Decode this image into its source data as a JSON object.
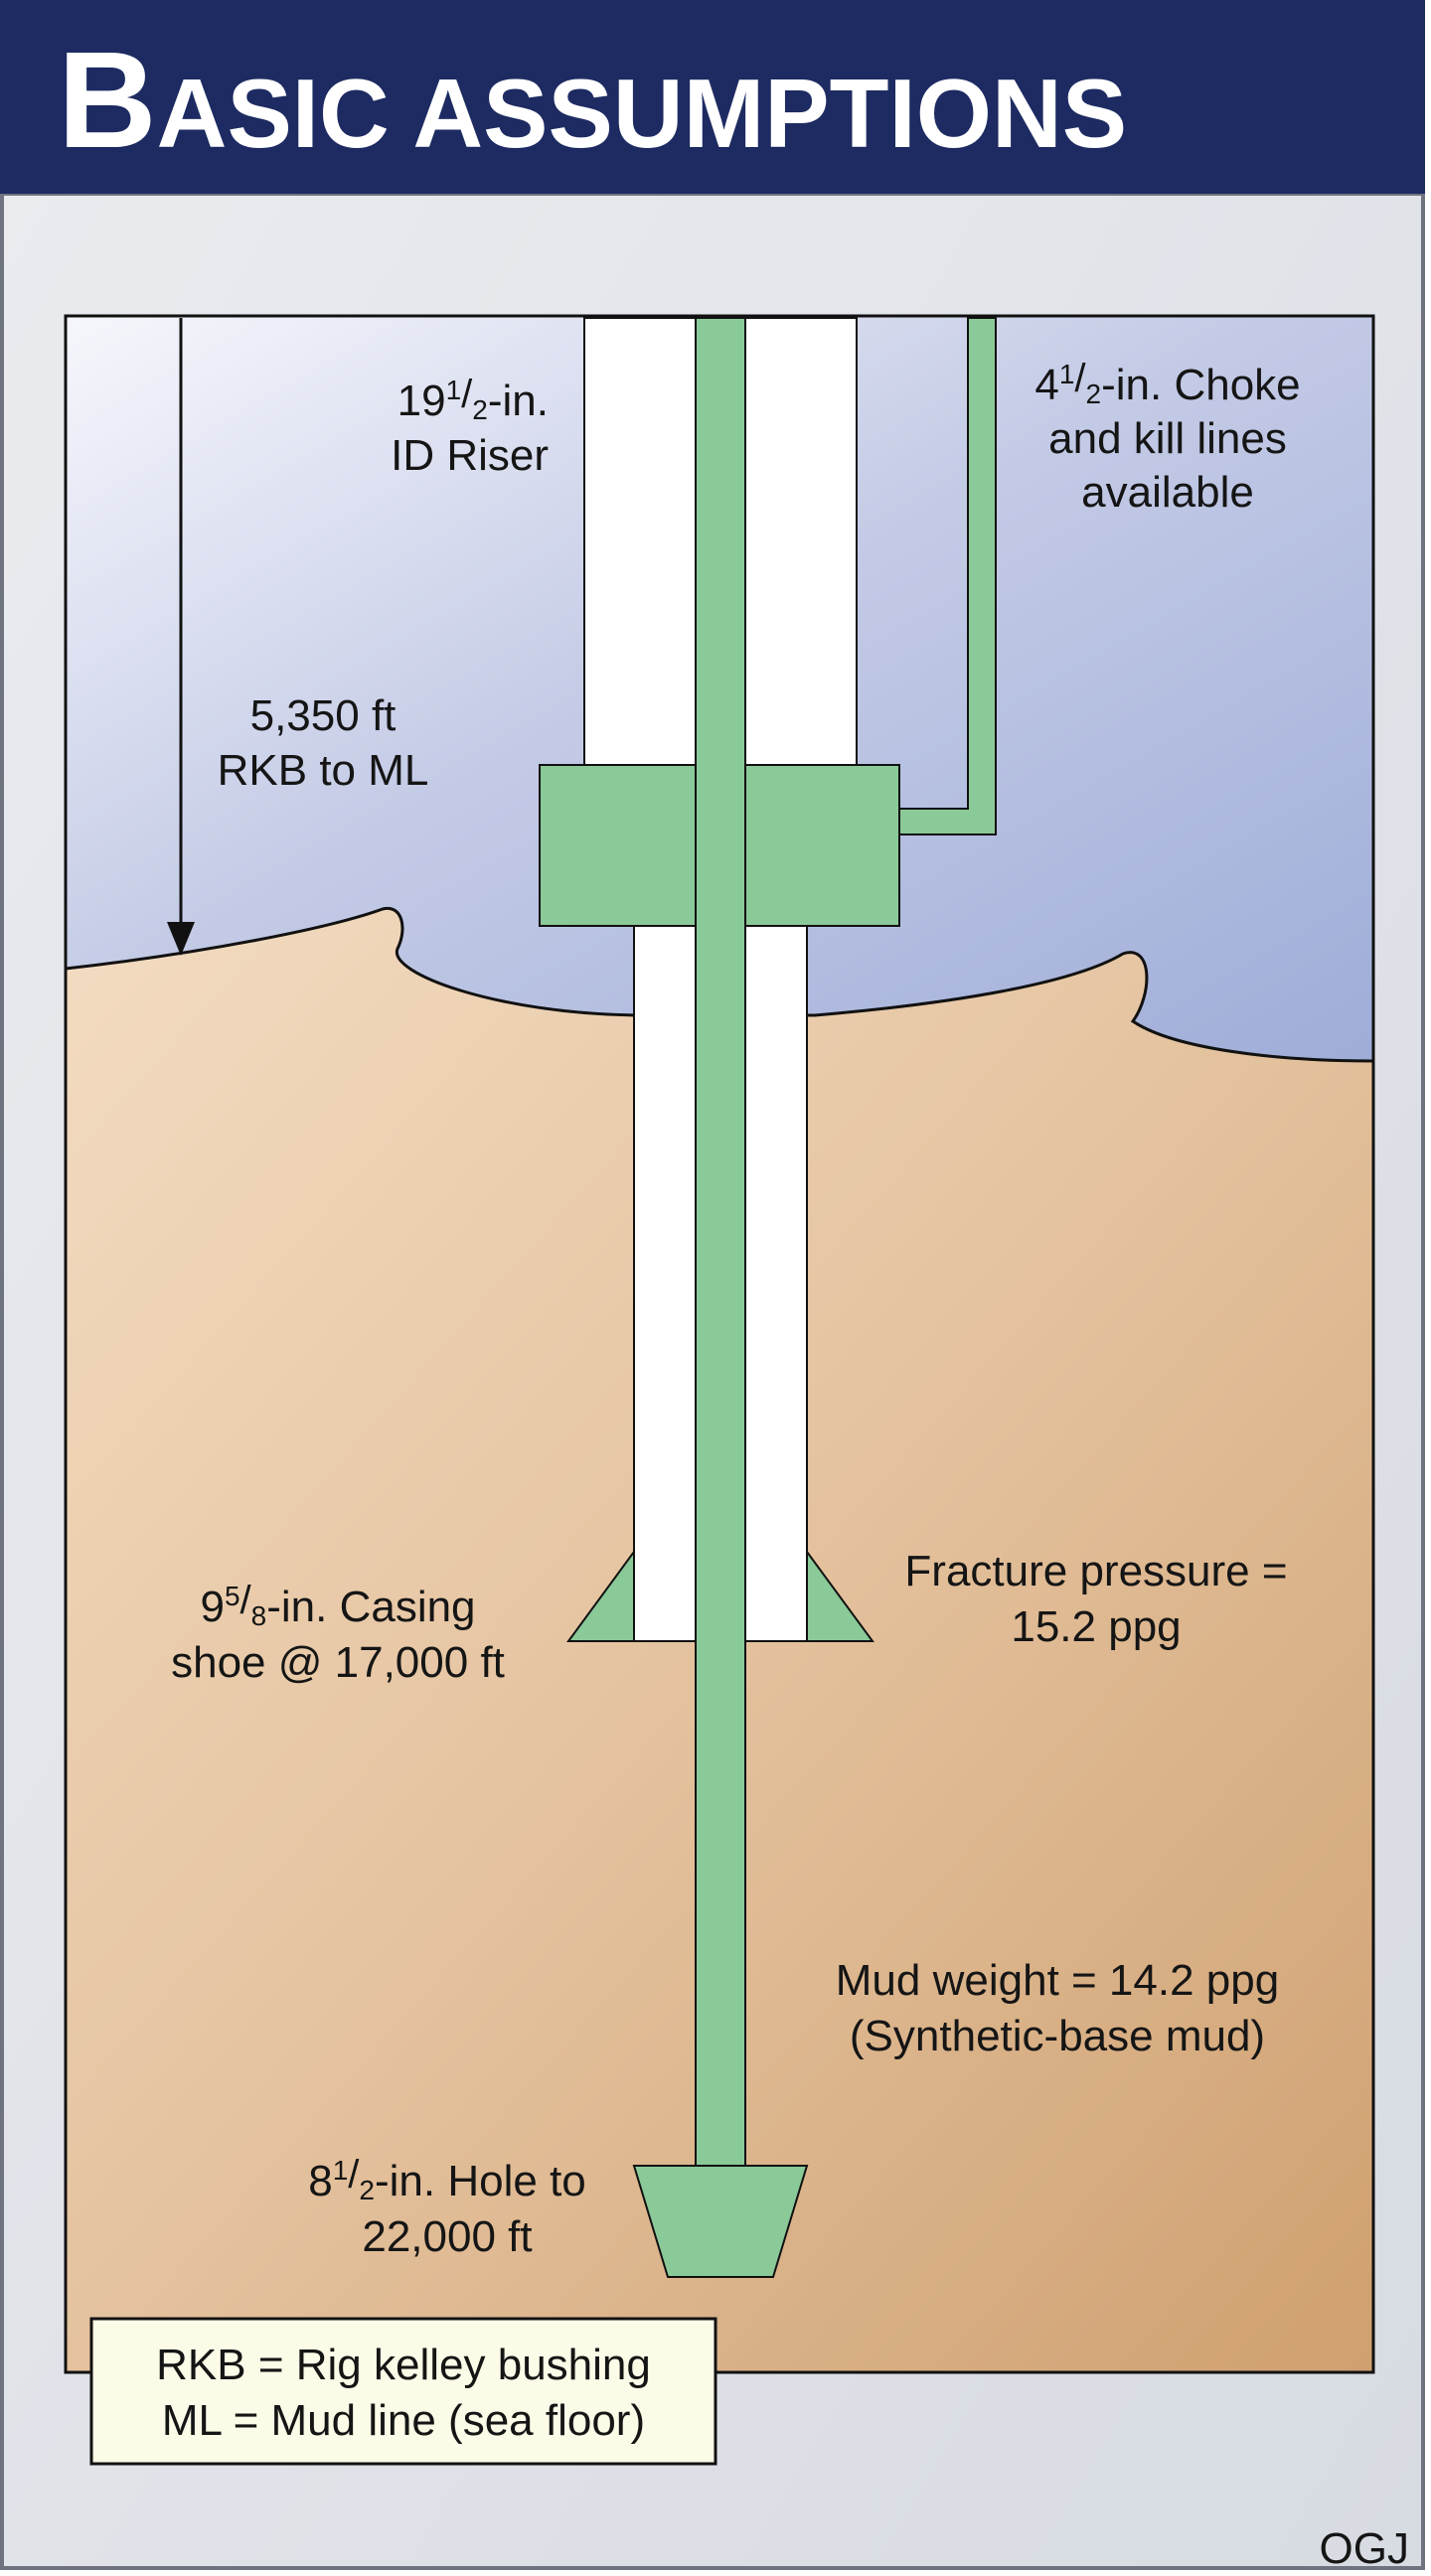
{
  "header": {
    "title_initial": "B",
    "title_rest": "ASIC ASSUMPTIONS"
  },
  "labels": {
    "riser": {
      "line1": {
        "whole": "19",
        "num": "1",
        "den": "2",
        "rest": "-in."
      },
      "line2": "ID Riser"
    },
    "choke": {
      "line1": {
        "whole": "4",
        "num": "1",
        "den": "2",
        "rest": "-in. Choke"
      },
      "line2": "and kill lines",
      "line3": "available"
    },
    "depth": {
      "line1": "5,350 ft",
      "line2": "RKB to ML"
    },
    "fracture": {
      "line1": "Fracture pressure =",
      "line2": "15.2 ppg"
    },
    "casing": {
      "line1": {
        "whole": "9",
        "num": "5",
        "den": "8",
        "rest": "-in. Casing"
      },
      "line2": "shoe @ 17,000 ft"
    },
    "mud": {
      "line1": "Mud weight  = 14.2 ppg",
      "line2": "(Synthetic-base mud)"
    },
    "hole": {
      "line1": {
        "whole": "8",
        "num": "1",
        "den": "2",
        "rest": "-in. Hole to"
      },
      "line2": "22,000 ft"
    }
  },
  "legend": {
    "line1": "RKB = Rig kelley bushing",
    "line2": "ML = Mud line (sea floor)"
  },
  "credit": "OGJ",
  "colors": {
    "header_bg": "#1d2b62",
    "frame_bg": "#e4e7ec",
    "water": "#b7c1e0",
    "soil": "#e0bd96",
    "green": "#8ac998",
    "outline": "#111111"
  }
}
